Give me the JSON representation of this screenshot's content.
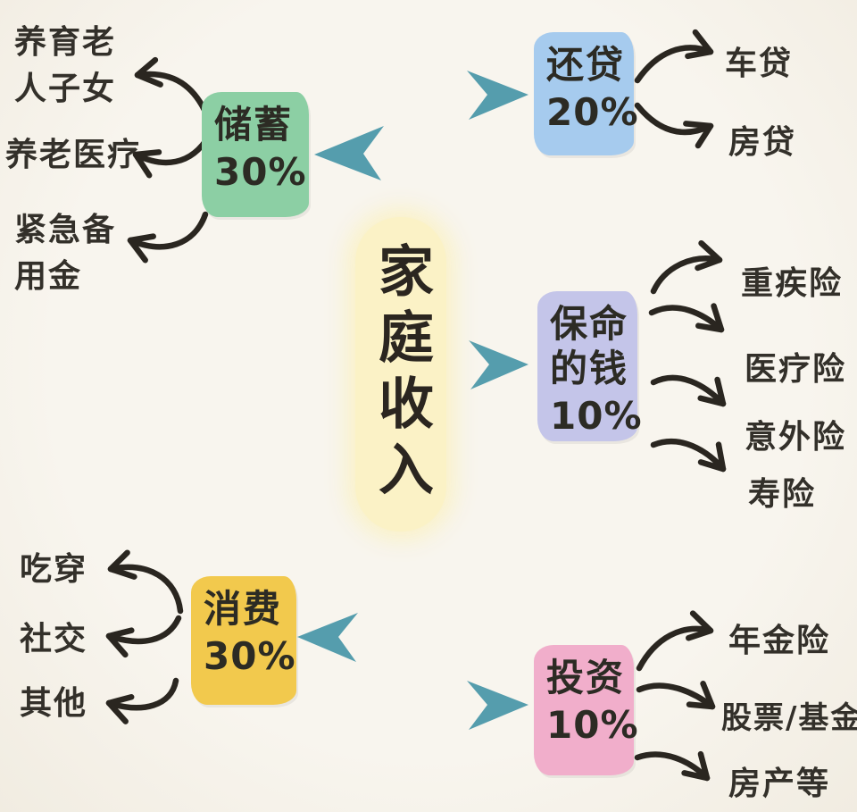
{
  "colors": {
    "background": "#f7f4ed",
    "line": "#2a2620",
    "connector_teal": "#559dad",
    "center_bg": "#fbf2c6",
    "text_dark": "#33302a"
  },
  "center": {
    "label": "家庭收入"
  },
  "branches": [
    {
      "name": "savings",
      "label": "储蓄",
      "percent": "30%",
      "color": "#8ccfa4",
      "children": [
        "养育老人子女",
        "养老医疗",
        "紧急备用金"
      ]
    },
    {
      "name": "loan-repayment",
      "label": "还贷",
      "percent": "20%",
      "color": "#a6cbee",
      "children": [
        "车贷",
        "房贷"
      ]
    },
    {
      "name": "protection-money",
      "label": "保命的钱",
      "percent": "10%",
      "color": "#c4c5e9",
      "children": [
        "重疾险",
        "医疗险",
        "意外险",
        "寿险"
      ]
    },
    {
      "name": "consumption",
      "label": "消费",
      "percent": "30%",
      "color": "#f2c94d",
      "children": [
        "吃穿",
        "社交",
        "其他"
      ]
    },
    {
      "name": "investment",
      "label": "投资",
      "percent": "10%",
      "color": "#f1aecb",
      "children": [
        "年金险",
        "股票/基金",
        "房产等"
      ]
    }
  ]
}
